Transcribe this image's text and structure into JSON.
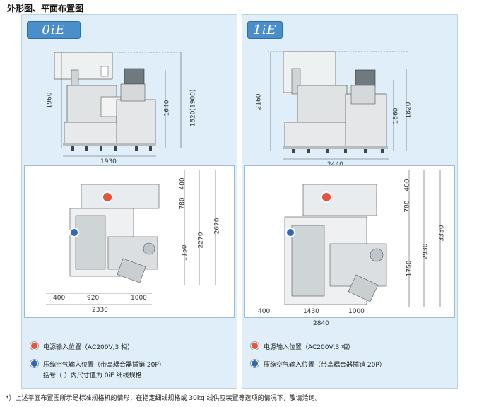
{
  "heading": "外形图、平面布置图",
  "left": {
    "badge": "0iE",
    "elevation": {
      "height_total": "1960",
      "height_right_a": "1640",
      "height_right_b": "1820(1900)",
      "width": "1930"
    },
    "plan": {
      "top_right": "400",
      "right_a": "780",
      "right_b": "2270",
      "right_c": "2670",
      "right_d": "1150",
      "bottom_a": "400",
      "bottom_b": "920",
      "bottom_c": "1000",
      "bottom_total": "2330"
    },
    "legend": {
      "power": "电源输入位置（AC200V,3 相）",
      "air": "压缩空气输入位置（带高耦合器插销 20P）",
      "note": "括号（ ）内尺寸值为 0iE 细线规格"
    }
  },
  "right": {
    "badge": "1iE",
    "elevation": {
      "height_total": "2160",
      "height_right_a": "1660",
      "height_right_b": "1820",
      "width": "2440"
    },
    "plan": {
      "top_right": "400",
      "right_a": "780",
      "right_b": "2930",
      "right_c": "3330",
      "right_d": "1750",
      "bottom_a": "400",
      "bottom_b": "1430",
      "bottom_c": "1000",
      "bottom_total": "2840"
    },
    "legend": {
      "power": "电源输入位置（AC200V,3 相）",
      "air": "压缩空气输入位置（带高耦合器插销 20P）"
    }
  },
  "footnote": "*）上述平面布置图所示是标准规格机的情形，在指定细线规格或 30kg 线供应装置等选项的情况下，敬请洽询。",
  "colors": {
    "panel": "#dfeef8",
    "badge": "#4a8fc9",
    "power_dot": "#e8513b",
    "air_dot": "#2f68b8"
  }
}
